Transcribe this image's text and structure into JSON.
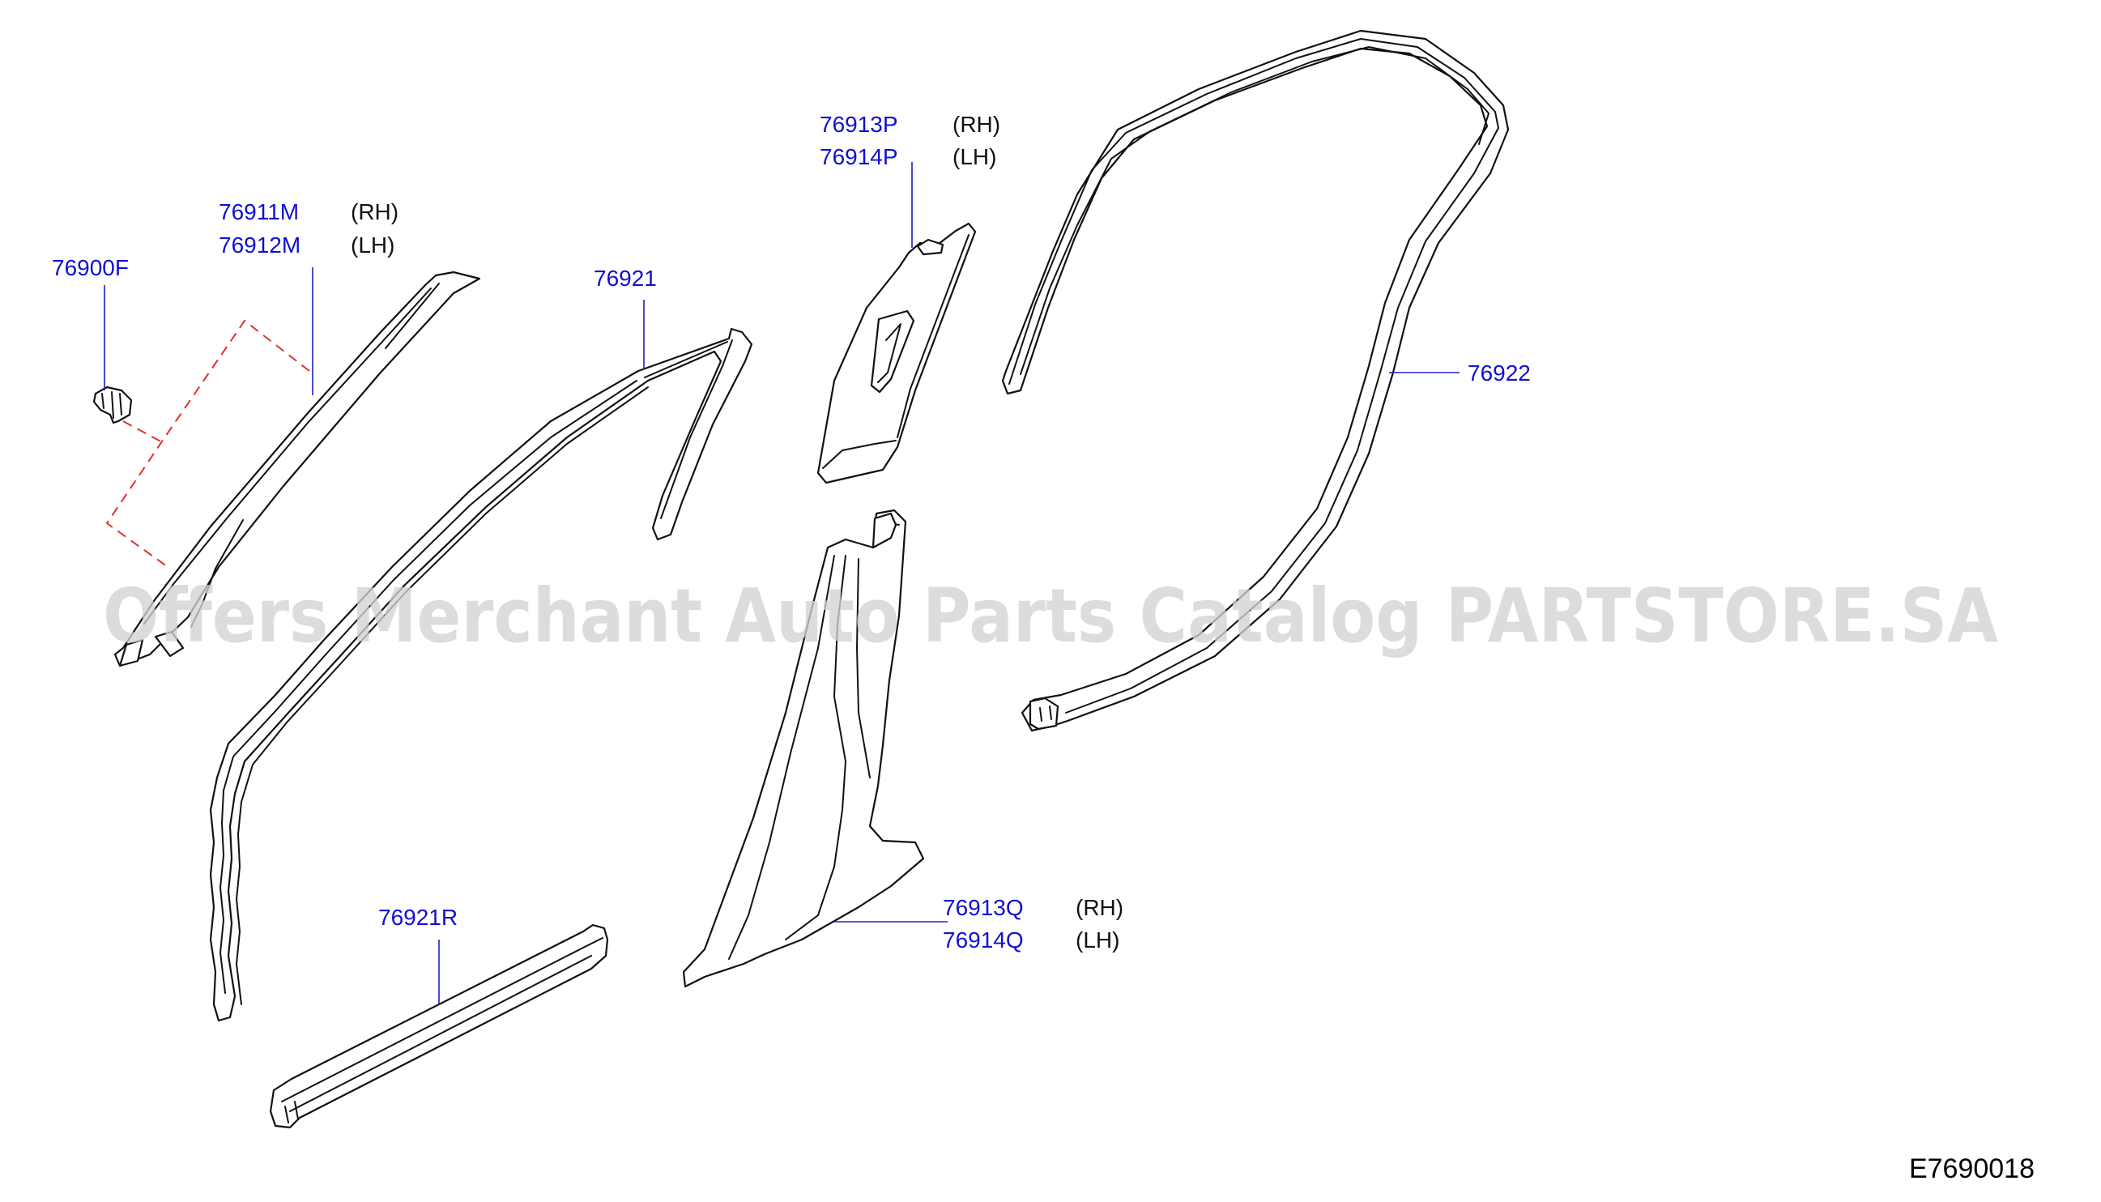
{
  "diagram": {
    "callouts": [
      {
        "part_no": "76900F"
      },
      {
        "part_no": "76911M",
        "side": "(RH)"
      },
      {
        "part_no": "76912M",
        "side": "(LH)"
      },
      {
        "part_no": "76921"
      },
      {
        "part_no": "76913P",
        "side": "(RH)"
      },
      {
        "part_no": "76914P",
        "side": "(LH)"
      },
      {
        "part_no": "76922"
      },
      {
        "part_no": "76921R"
      },
      {
        "part_no": "76913Q",
        "side": "(RH)"
      },
      {
        "part_no": "76914Q",
        "side": "(LH)"
      }
    ],
    "figure_code": "E7690018",
    "watermark": "Offers Merchant Auto Parts Catalog PARTSTORE.SA",
    "colors": {
      "part_number": "#1010d0",
      "line": "#111111",
      "clip_link": "#e03030",
      "watermark": "#d2d2d2"
    }
  }
}
